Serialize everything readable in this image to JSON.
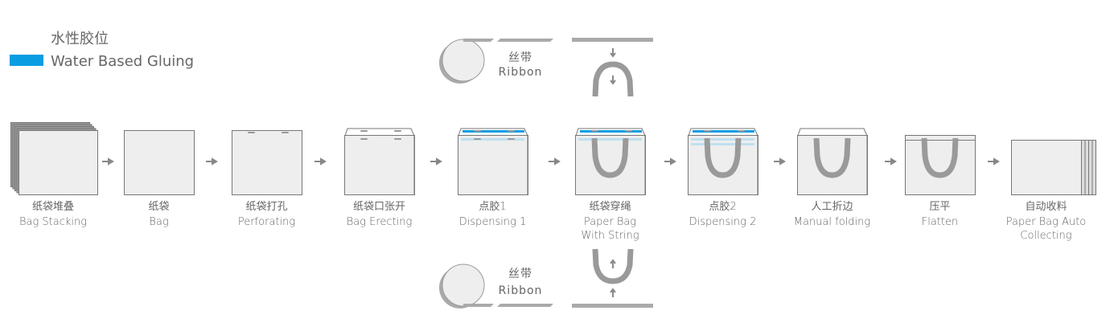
{
  "legend": {
    "title_cn": "水性胶位",
    "title_en": "Water Based Gluing",
    "color": "#0b9de2"
  },
  "ribbon": {
    "cn": "丝带",
    "en": "Ribbon"
  },
  "colors": {
    "box_fill": "#eeeeee",
    "box_stroke": "#777777",
    "handle": "#9a9a9a",
    "glue_light": "#bfe0ef",
    "arrow": "#888888"
  },
  "steps": [
    {
      "cn": "纸袋堆叠",
      "en": [
        "Bag Stacking"
      ],
      "type": "stack"
    },
    {
      "cn": "纸袋",
      "en": [
        "Bag"
      ],
      "type": "plain"
    },
    {
      "cn": "纸袋打孔",
      "en": [
        "Perforating"
      ],
      "type": "perforated"
    },
    {
      "cn": "纸袋口张开",
      "en": [
        "Bag Erecting"
      ],
      "type": "erected"
    },
    {
      "cn": "点胶1",
      "en": [
        "Dispensing 1"
      ],
      "type": "glue1"
    },
    {
      "cn": "纸袋穿绳",
      "en": [
        "Paper Bag",
        "With String"
      ],
      "type": "string"
    },
    {
      "cn": "点胶2",
      "en": [
        "Dispensing 2"
      ],
      "type": "glue2"
    },
    {
      "cn": "人工折边",
      "en": [
        "Manual folding"
      ],
      "type": "folding"
    },
    {
      "cn": "压平",
      "en": [
        "Flatten"
      ],
      "type": "flat"
    },
    {
      "cn": "自动收料",
      "en": [
        "Paper Bag Auto",
        "Collecting"
      ],
      "type": "collect"
    }
  ]
}
